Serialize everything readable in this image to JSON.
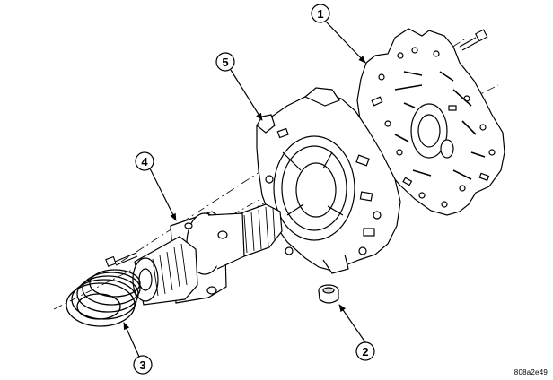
{
  "callouts": [
    {
      "id": "1",
      "label": "1"
    },
    {
      "id": "2",
      "label": "2"
    },
    {
      "id": "3",
      "label": "3"
    },
    {
      "id": "4",
      "label": "4"
    },
    {
      "id": "5",
      "label": "5"
    }
  ],
  "reference_code": "808a2e49",
  "colors": {
    "ink": "#000000",
    "paper": "#ffffff",
    "gear": "#d9d9d9"
  }
}
